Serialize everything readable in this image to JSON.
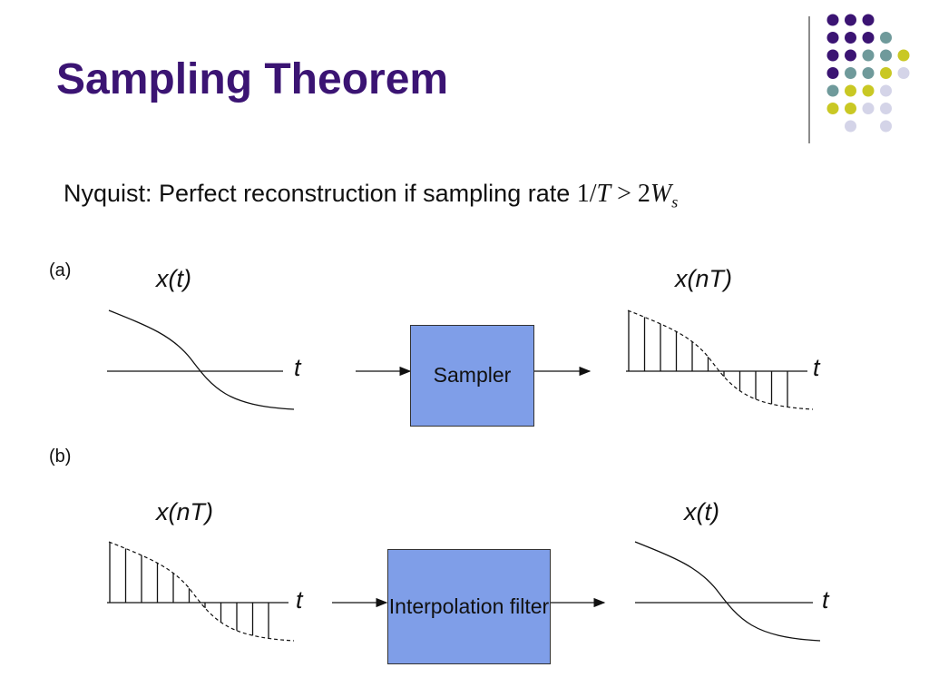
{
  "slide": {
    "title": "Sampling Theorem",
    "nyquist": {
      "prefix": "Nyquist:  Perfect reconstruction if sampling rate ",
      "rate_num": "1/",
      "rate_var": "T",
      "relation": " > 2",
      "bandwidth_var": "W",
      "bandwidth_sub": "s"
    },
    "part_a": {
      "label": "(a)",
      "input_signal": "x(t)",
      "input_axis": "t",
      "block": "Sampler",
      "output_signal": "x(nT)",
      "output_axis": "t"
    },
    "part_b": {
      "label": "(b)",
      "input_signal": "x(nT)",
      "input_axis": "t",
      "block": "Interpolation filter",
      "output_signal": "x(t)",
      "output_axis": "t"
    }
  },
  "colors": {
    "title": "#3b1473",
    "block_fill": "#7f9ee8",
    "dot_purple": "#3b1473",
    "dot_teal": "#6f9a9b",
    "dot_yellow": "#c9c824",
    "dot_lavender": "#d4d4e8"
  }
}
